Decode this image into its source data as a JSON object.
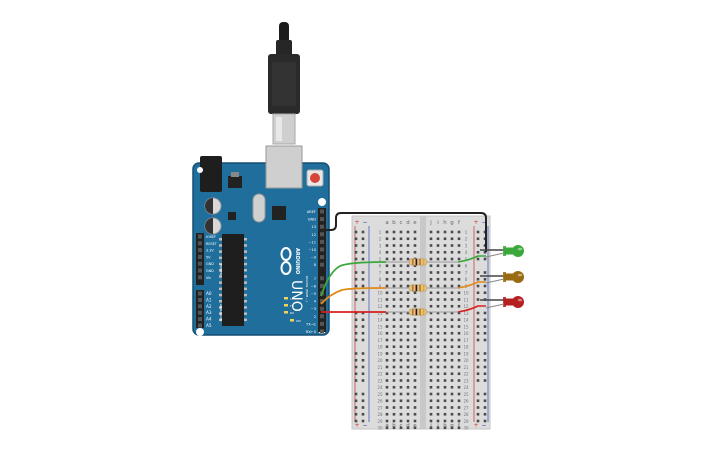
{
  "arduino": {
    "brand": "ARDUINO",
    "model": "UNO",
    "digital_header_label": "DIGITAL (PWM ~)",
    "power_header_label": "POWER",
    "analog_header_label": "ANALOG IN",
    "digital_pins": [
      "AREF",
      "GND",
      "13",
      "12",
      "~11",
      "~10",
      "~9",
      "8",
      "7",
      "~6",
      "~5",
      "4",
      "~3",
      "2",
      "TX→1",
      "RX←0"
    ],
    "power_pins": [
      "IOREF",
      "RESET",
      "3.3V",
      "5V",
      "GND",
      "GND",
      "Vin"
    ],
    "analog_pins": [
      "A0",
      "A1",
      "A2",
      "A3",
      "A4",
      "A5"
    ],
    "led_labels": [
      "L",
      "TX",
      "RX",
      "ON"
    ]
  },
  "breadboard": {
    "columns_left": [
      "a",
      "b",
      "c",
      "d",
      "e"
    ],
    "columns_right": [
      "f",
      "g",
      "h",
      "i",
      "j"
    ],
    "rail_plus": "+",
    "rail_minus": "−",
    "row_count": 30
  },
  "components": {
    "leds": [
      {
        "color": "#3aa83a",
        "name": "green"
      },
      {
        "color": "#9a6a10",
        "name": "yellow"
      },
      {
        "color": "#b52020",
        "name": "red"
      }
    ],
    "wire_colors": {
      "gnd": "#222222",
      "green": "#3aa83a",
      "orange": "#e08a1a",
      "red": "#d62020"
    },
    "resistor_bands": [
      "#c8721a",
      "#1b1b1b",
      "#c8721a",
      "#d4af37"
    ]
  },
  "colors": {
    "board": "#1f6e9c",
    "board_dark": "#174f72",
    "breadboard": "#dcdcdc",
    "rail_red": "#d44040",
    "rail_blue": "#4060c0",
    "cable": "#1c1c1c"
  }
}
